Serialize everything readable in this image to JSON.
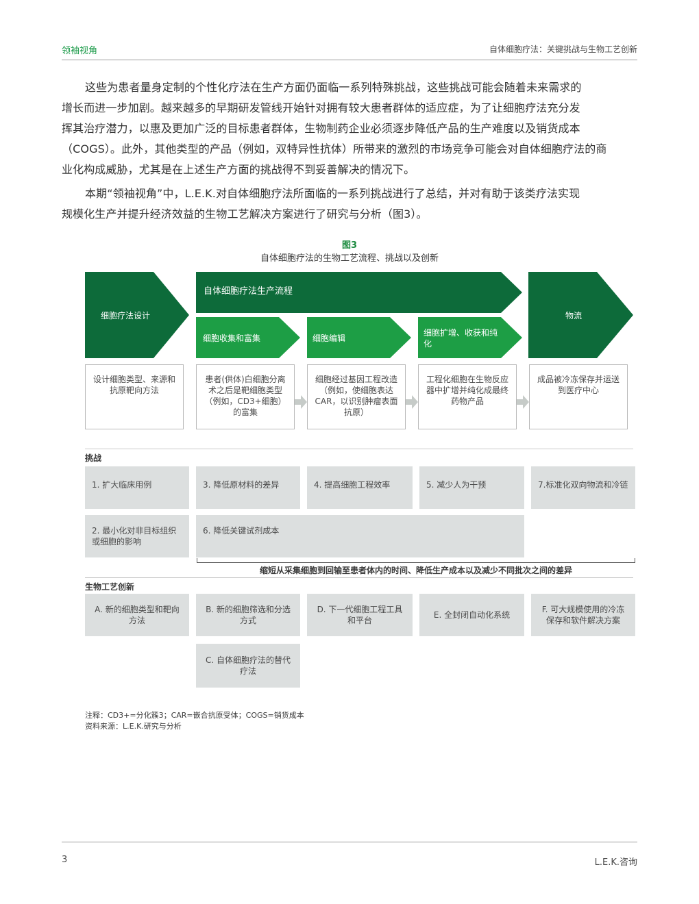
{
  "header": {
    "left": "领袖视角",
    "right": "自体细胞疗法：关键挑战与生物工艺创新"
  },
  "paragraphs": {
    "p1": [
      "这些为患者量身定制的个性化疗法在生产方面仍面临一系列特殊挑战，这些挑战可能会随着未来需求的",
      "增长而进一步加剧。越来越多的早期研发管线开始针对拥有较大患者群体的适应症，为了让细胞疗法充分发",
      "挥其治疗潜力，以惠及更加广泛的目标患者群体，生物制药企业必须逐步降低产品的生产难度以及销货成本",
      "（COGS）。此外，其他类型的产品（例如，双特异性抗体）所带来的激烈的市场竞争可能会对自体细胞疗法的商",
      "业化构成威胁，尤其是在上述生产方面的挑战得不到妥善解决的情况下。"
    ],
    "p2": [
      "本期“领袖视角”中，L.E.K.对自体细胞疗法所面临的一系列挑战进行了总结，并对有助于该类疗法实现",
      "规模化生产并提升经济效益的生物工艺解决方案进行了研究与分析（图3）。"
    ]
  },
  "figure": {
    "title": "图3",
    "subtitle": "自体细胞疗法的生物工艺流程、挑战以及创新",
    "colors": {
      "dark_green": "#0d6b3a",
      "bright_green": "#1d9e45",
      "grey_box": "#dcdfdf",
      "arrow_grey": "#c6cbc8"
    },
    "process": {
      "design": "细胞疗法设计",
      "manufacturing": "自体细胞疗法生产流程",
      "logistics": "物流",
      "steps": [
        "细胞收集和富集",
        "细胞编辑",
        "细胞扩增、收获和纯化"
      ]
    },
    "descriptions": [
      "设计细胞类型、来源和抗原靶向方法",
      "患者(供体)白细胞分离术之后是靶细胞类型（例如，CD3+细胞）的富集",
      "细胞经过基因工程改造（例如，使细胞表达CAR，以识别肿瘤表面抗原）",
      "工程化细胞在生物反应器中扩增并纯化成最终药物产品",
      "成品被冷冻保存并运送到医疗中心"
    ],
    "challenges_label": "挑战",
    "challenges": [
      "1. 扩大临床用例",
      "3. 降低原材料的差异",
      "4. 提高细胞工程效率",
      "5. 减少人为干预",
      "7.标准化双向物流和冷链",
      "2. 最小化对非目标组织或细胞的影响",
      "6. 降低关键试剂成本"
    ],
    "bracket_text": "缩短从采集细胞到回输至患者体内的时间、降低生产成本以及减少不同批次之间的差异",
    "innovation_label": "生物工艺创新",
    "innovations": [
      "A. 新的细胞类型和靶向方法",
      "B. 新的细胞筛选和分选方式",
      "D. 下一代细胞工程工具和平台",
      "E. 全封闭自动化系统",
      "F. 可大规模使用的冷冻保存和软件解决方案",
      "C. 自体细胞疗法的替代疗法"
    ],
    "notes": [
      "注释：CD3+=分化簇3；CAR=嵌合抗原受体；COGS=销货成本",
      "资料来源：L.E.K.研究与分析"
    ]
  },
  "footer": {
    "page_number": "3",
    "brand": "L.E.K.咨询"
  }
}
